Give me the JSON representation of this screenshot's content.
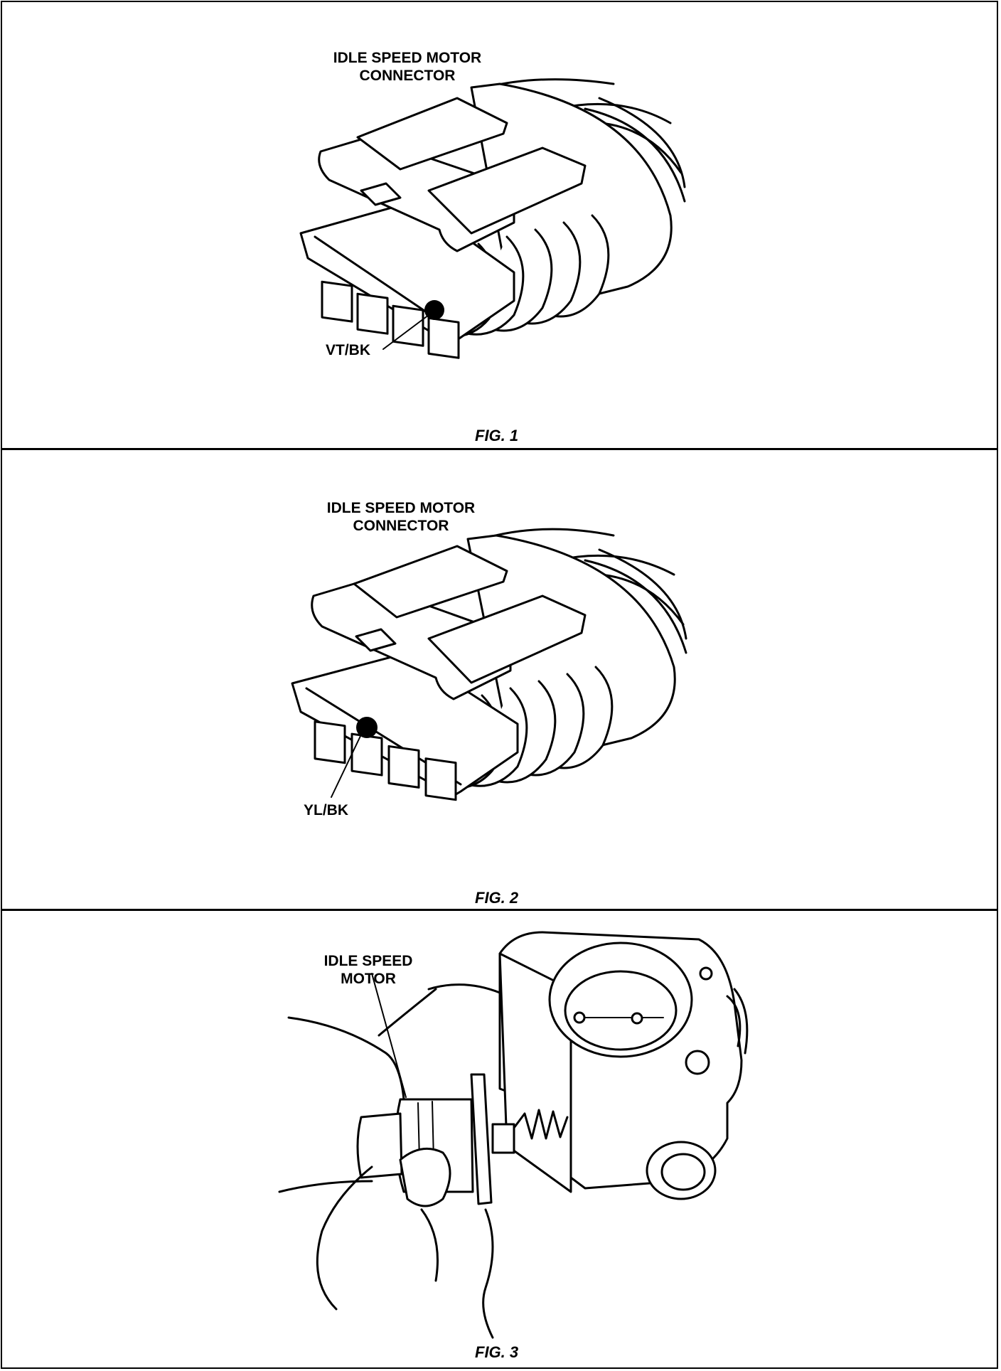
{
  "figures": [
    {
      "caption": "FIG. 1",
      "title_line1": "IDLE SPEED MOTOR",
      "title_line2": "CONNECTOR",
      "pin_label": "VT/BK",
      "highlighted_pin": 4
    },
    {
      "caption": "FIG. 2",
      "title_line1": "IDLE SPEED MOTOR",
      "title_line2": "CONNECTOR",
      "pin_label": "YL/BK",
      "highlighted_pin": 2
    },
    {
      "caption": "FIG. 3",
      "title_line1": "IDLE SPEED",
      "title_line2": "MOTOR"
    }
  ]
}
